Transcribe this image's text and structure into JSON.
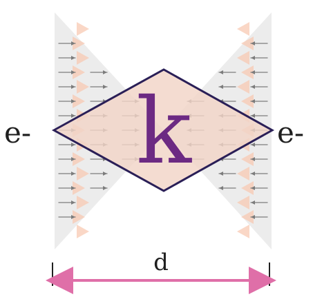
{
  "labels": {
    "left_electron": "e-",
    "right_electron": "e-",
    "center_symbol": "k",
    "distance": "d"
  },
  "colors": {
    "background": "#ffffff",
    "field_band": "#ececec",
    "triangle_fill": "#f8c8b0",
    "arrow": "#7c7c7c",
    "diamond_stroke": "#2a1f57",
    "diamond_fill": "#f2d4c7",
    "center_symbol": "#6c2a83",
    "text": "#1f1f1f",
    "dimension": "#df6fa8"
  },
  "icons": {
    "arrow_right": "arrow-right-icon",
    "arrow_left": "arrow-left-icon"
  }
}
